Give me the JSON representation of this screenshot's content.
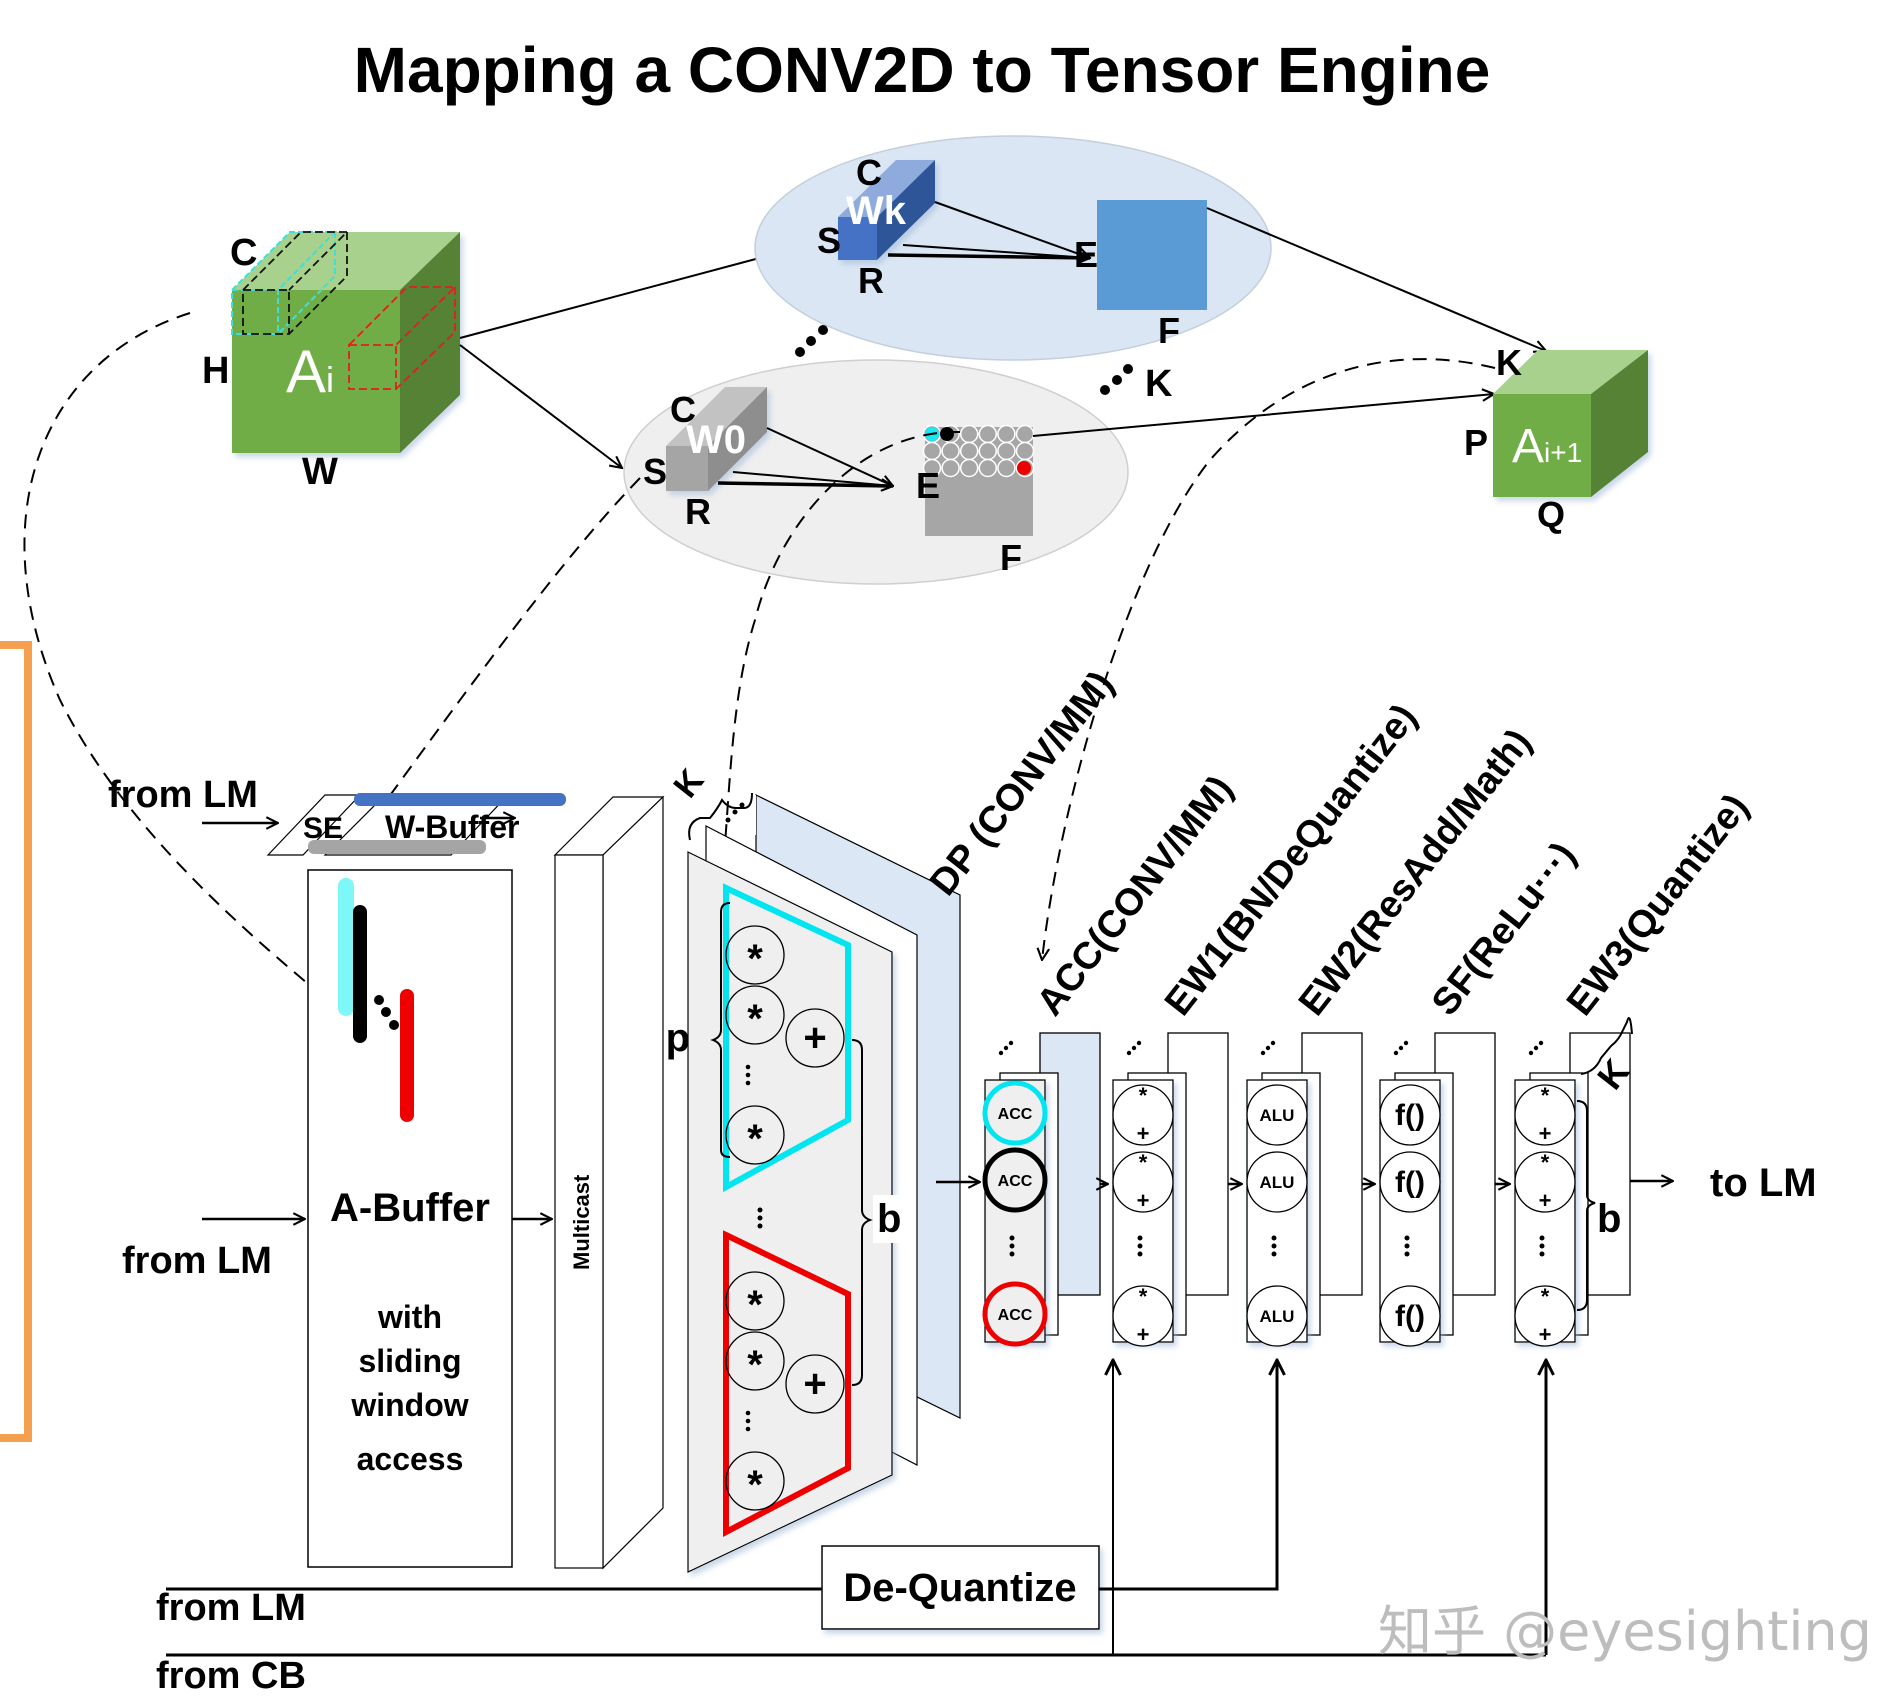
{
  "title": "Mapping a CONV2D to Tensor Engine",
  "colors": {
    "green_front": "#70ad47",
    "green_top": "#a9d18e",
    "green_side": "#548235",
    "blue_box": "#5b9bd5",
    "wk_front": "#4472c4",
    "wk_top": "#8faadc",
    "wk_side": "#2f5597",
    "ellipse_blue": "#dae6f3",
    "ellipse_gray": "#efefef",
    "cyan": "#00e5f0",
    "red": "#ee0000",
    "orange": "#f4a04e",
    "dp_blue": "#dbe7f4",
    "watermark": "#bdbdbd"
  },
  "input_tensor": {
    "label": "A",
    "subscript": "i",
    "dims": {
      "c": "C",
      "h": "H",
      "w": "W"
    }
  },
  "filter_k": {
    "label": "Wk",
    "dims": {
      "c": "C",
      "s": "S",
      "r": "R"
    },
    "output_dims": {
      "e": "E",
      "f": "F"
    }
  },
  "filter_0": {
    "label": "W0",
    "dims": {
      "c": "C",
      "s": "S",
      "r": "R"
    },
    "output_dims": {
      "e": "E",
      "f": "F"
    }
  },
  "filter_count_label": "K",
  "output_tensor": {
    "label": "A",
    "subscript": "i+1",
    "dims": {
      "k": "K",
      "p": "P",
      "q": "Q"
    }
  },
  "engine": {
    "inputs": {
      "top_from_lm": "from LM",
      "mid_from_lm": "from LM",
      "bottom_from_lm": "from LM",
      "bottom_from_cb": "from CB"
    },
    "se_label": "SE",
    "w_buffer_label": "W-Buffer",
    "a_buffer": {
      "title": "A-Buffer",
      "desc_lines": [
        "with",
        "sliding",
        "window",
        "access"
      ]
    },
    "multicast_label": "Multicast",
    "dp": {
      "label": "DP (CONV/MM)",
      "k_label": "K",
      "p_label": "p",
      "b_label": "b",
      "mul_symbol": "*",
      "add_symbol": "+"
    },
    "dequantize_label": "De-Quantize",
    "stages": [
      {
        "label": "ACC(CONV/MM)",
        "cell": "ACC",
        "kind": "acc"
      },
      {
        "label": "EW1(BN/DeQuantize)",
        "cell_top": "*",
        "cell_bottom": "+",
        "kind": "muladd"
      },
      {
        "label": "EW2(ResAdd/Math)",
        "cell": "ALU",
        "kind": "alu"
      },
      {
        "label": "SF(ReLu···)",
        "cell": "f()",
        "kind": "func"
      },
      {
        "label": "EW3(Quantize)",
        "cell_top": "*",
        "cell_bottom": "+",
        "kind": "muladd"
      }
    ],
    "output_k_label": "K",
    "output_b_label": "b",
    "output_label": "to LM"
  },
  "watermark": "知乎 @eyesighting"
}
